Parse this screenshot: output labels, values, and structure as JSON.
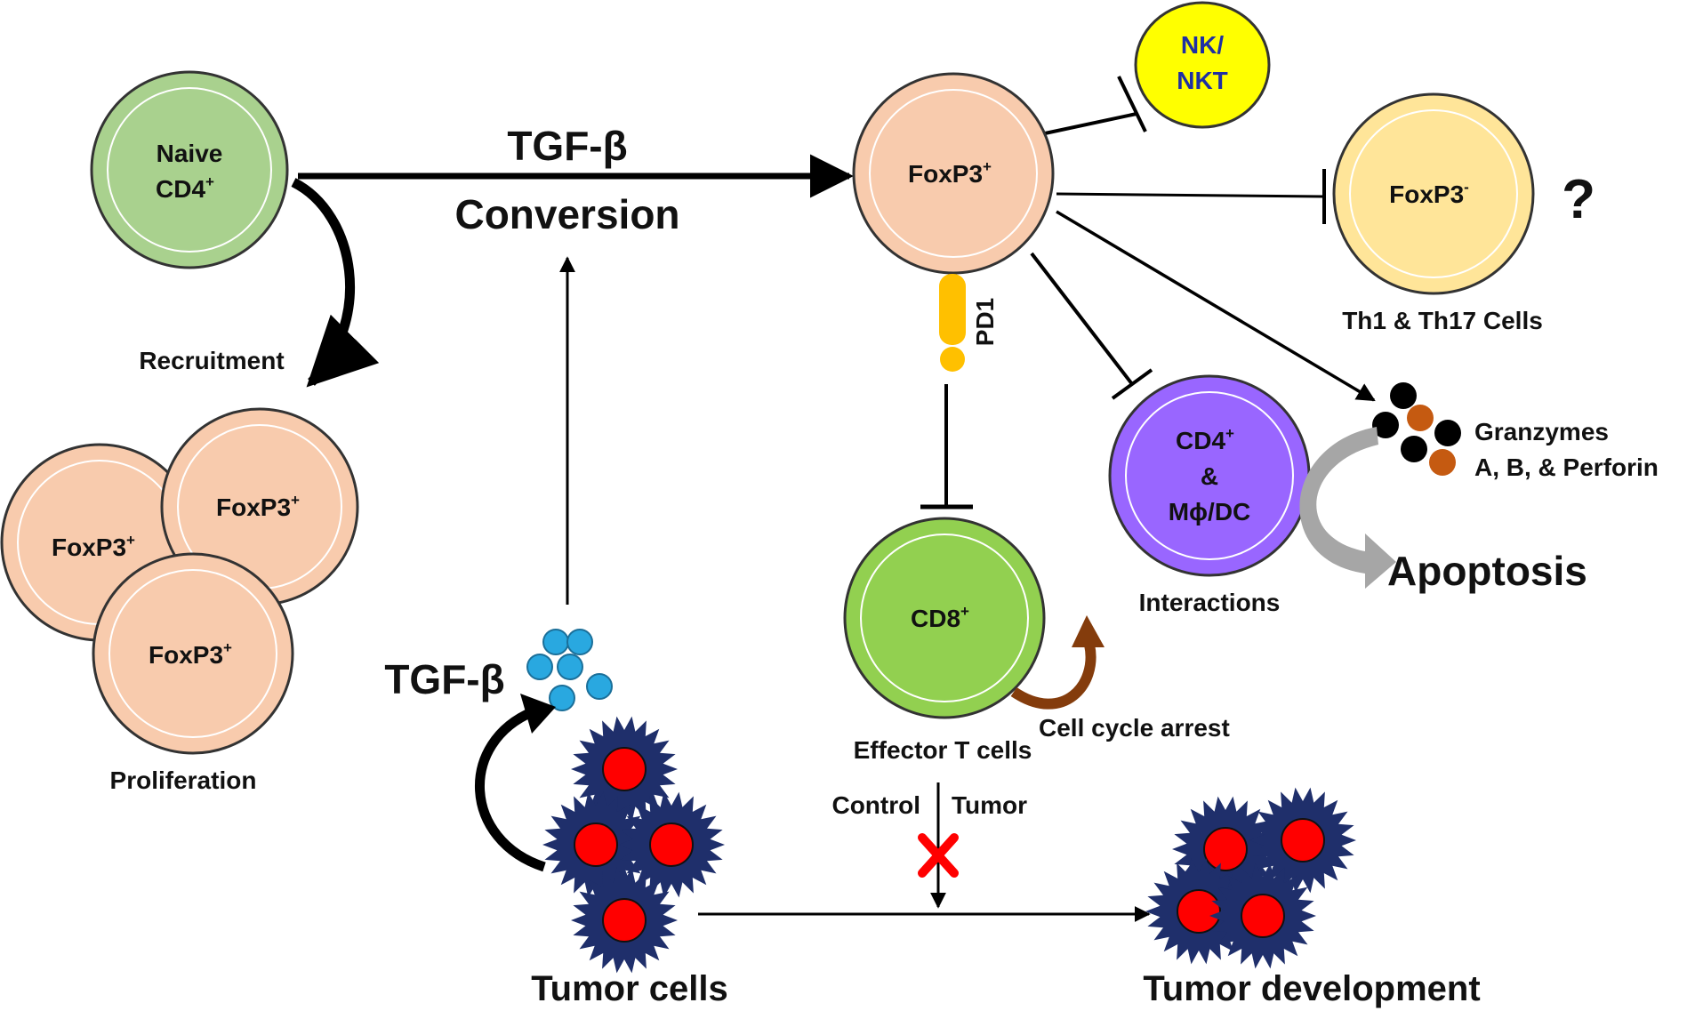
{
  "colors": {
    "naive": "#a9d18e",
    "foxp3_pos": "#f8cbad",
    "foxp3_neg": "#ffe599",
    "nk": "#ffff00",
    "nk_text": "#1f2fa3",
    "cd4_mdc": "#9966ff",
    "cd8": "#92d050",
    "pd1": "#ffc000",
    "tgf_dot": "#29a8e0",
    "tumor_body": "#1f2f6b",
    "tumor_nucleus": "#ff0000",
    "granzyme_black": "#000000",
    "granzyme_brown": "#c55a11",
    "apoptosis_arrow": "#a6a6a6",
    "arrest_arrow": "#843c0c",
    "cross": "#ff0000"
  },
  "cells": {
    "naive": {
      "line1": "Naive",
      "line2": "CD4",
      "sup": "+"
    },
    "foxp3_main": {
      "label": "FoxP3",
      "sup": "+"
    },
    "prolif_1": {
      "label": "FoxP3",
      "sup": "+"
    },
    "prolif_2": {
      "label": "FoxP3",
      "sup": "+"
    },
    "prolif_3": {
      "label": "FoxP3",
      "sup": "+"
    },
    "nk": {
      "line1": "NK/",
      "line2": "NKT"
    },
    "foxp3_neg": {
      "label": "FoxP3",
      "sup": "-"
    },
    "cd4_mdc": {
      "line1": "CD4",
      "sup": "+",
      "line2": "&",
      "line3": "Mϕ/DC"
    },
    "cd8": {
      "label": "CD8",
      "sup": "+"
    }
  },
  "labels": {
    "tgf_top": "TGF-β",
    "conversion": "Conversion",
    "recruitment": "Recruitment",
    "proliferation": "Proliferation",
    "pd1": "PD1",
    "question": "?",
    "th_cells": "Th1 & Th17 Cells",
    "granzymes_1": "Granzymes",
    "granzymes_2": "A, B, & Perforin",
    "apoptosis": "Apoptosis",
    "interactions": "Interactions",
    "effector": "Effector T cells",
    "cell_cycle": "Cell cycle arrest",
    "tgf_left": "TGF-β",
    "control": "Control",
    "tumor": "Tumor",
    "tumor_cells": "Tumor cells",
    "tumor_development": "Tumor development"
  }
}
